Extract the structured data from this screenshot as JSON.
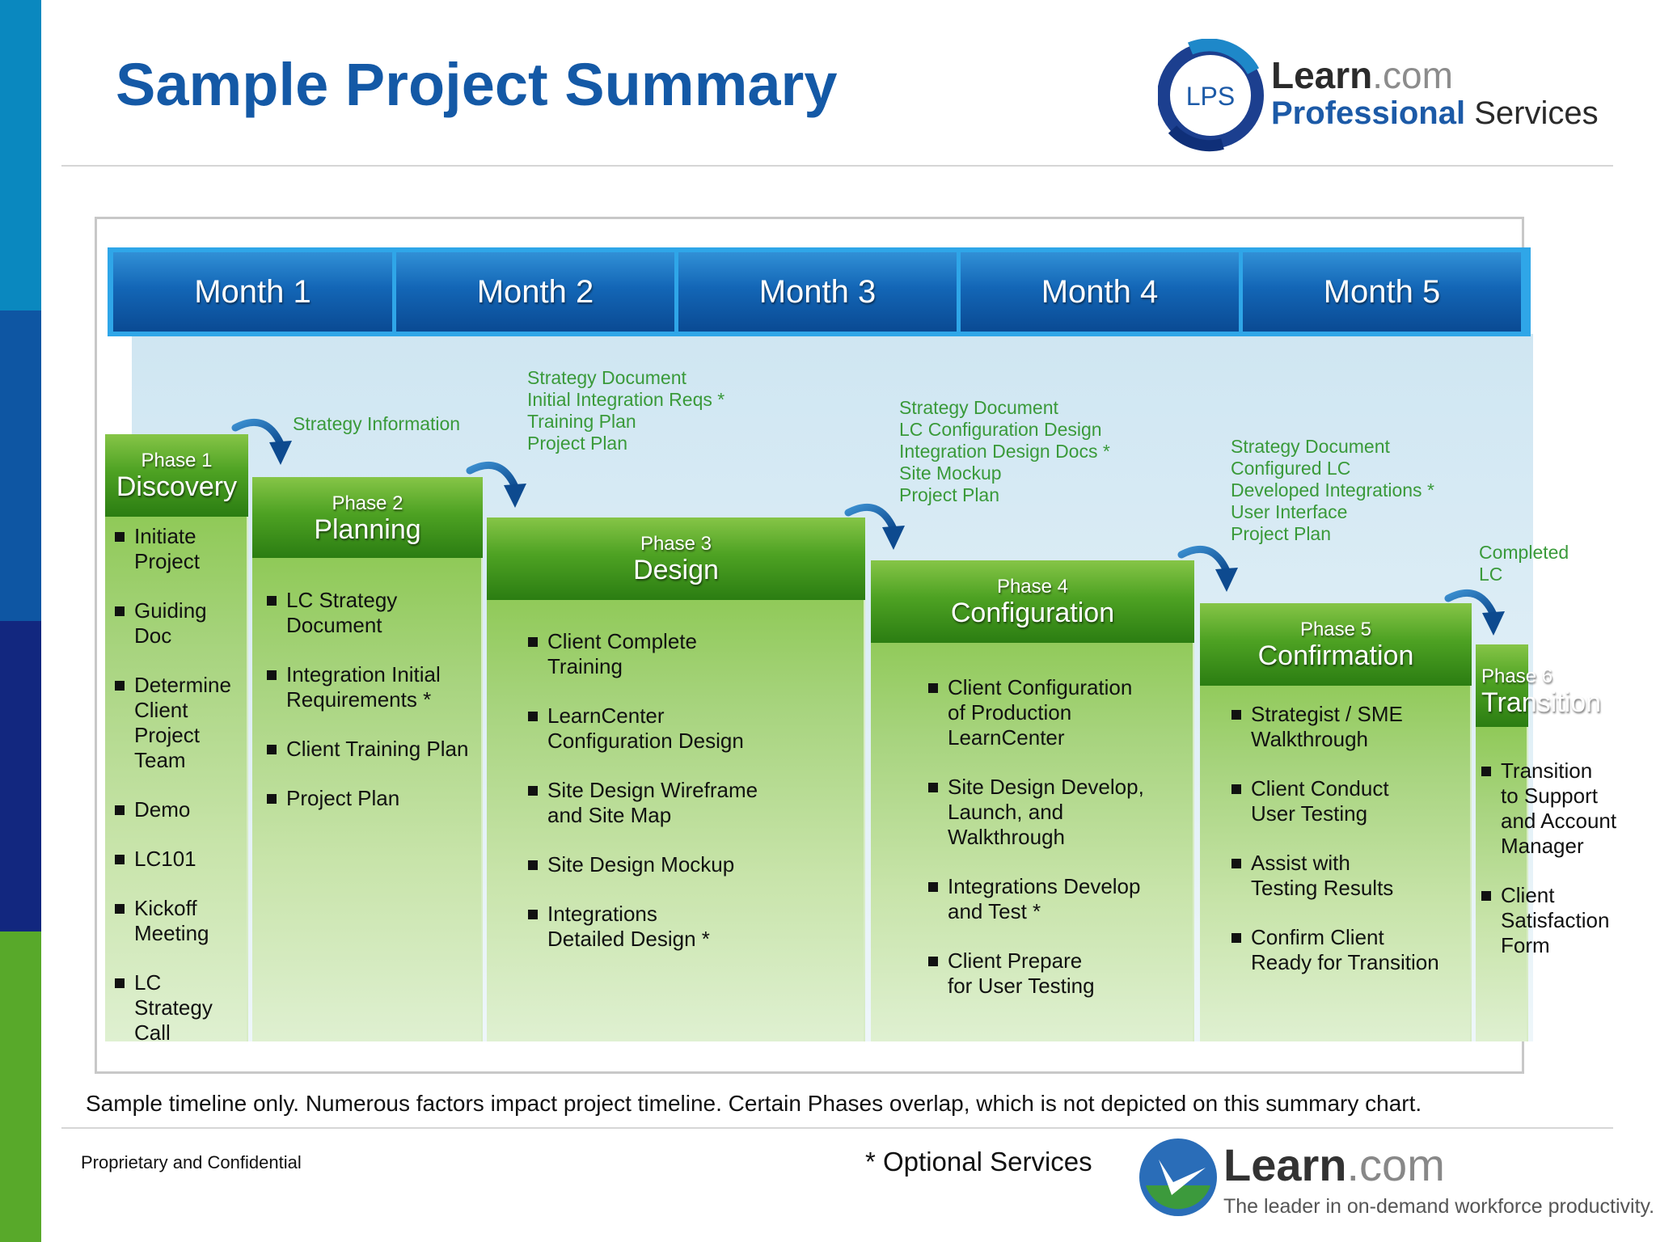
{
  "header": {
    "title": "Sample Project Summary",
    "logo_mark": "LPS",
    "logo_line1_bold": "Learn",
    "logo_line1_light": ".com",
    "logo_line2_bold": "Professional",
    "logo_line2_light": " Services"
  },
  "months": [
    "Month 1",
    "Month 2",
    "Month 3",
    "Month 4",
    "Month 5"
  ],
  "phases": [
    {
      "num": "Phase 1",
      "name": "Discovery",
      "tasks": [
        "Initiate\nProject",
        "Guiding\nDoc",
        "Determine\nClient\nProject\nTeam",
        "Demo",
        "LC101",
        "Kickoff\nMeeting",
        "LC\nStrategy\nCall"
      ]
    },
    {
      "num": "Phase 2",
      "name": "Planning",
      "tasks": [
        "LC Strategy\nDocument",
        "Integration Initial\nRequirements *",
        "Client Training Plan",
        "Project Plan"
      ]
    },
    {
      "num": "Phase 3",
      "name": "Design",
      "tasks": [
        "Client Complete\nTraining",
        "LearnCenter\nConfiguration Design",
        "Site Design Wireframe\nand Site Map",
        "Site Design Mockup",
        "Integrations\nDetailed Design *"
      ]
    },
    {
      "num": "Phase 4",
      "name": "Configuration",
      "tasks": [
        "Client Configuration\nof Production\nLearnCenter",
        "Site Design Develop,\nLaunch, and\nWalkthrough",
        "Integrations Develop\nand Test *",
        "Client Prepare\nfor User Testing"
      ]
    },
    {
      "num": "Phase 5",
      "name": "Confirmation",
      "tasks": [
        "Strategist / SME\nWalkthrough",
        "Client Conduct\nUser Testing",
        "Assist with\nTesting Results",
        "Confirm Client\nReady for Transition"
      ]
    },
    {
      "num": "Phase 6",
      "name": "Transition",
      "tasks": [
        "Transition\nto Support\nand Account\nManager",
        "Client\nSatisfaction\nForm"
      ]
    }
  ],
  "outputs": [
    "Strategy Information",
    "Strategy Document\nInitial Integration Reqs *\nTraining Plan\nProject Plan",
    "Strategy Document\nLC Configuration Design\nIntegration Design Docs *\nSite Mockup\nProject Plan",
    "Strategy Document\nConfigured LC\nDeveloped Integrations *\nUser Interface\nProject Plan",
    "Completed\nLC"
  ],
  "footer": {
    "note": "Sample timeline only.  Numerous factors impact project timeline.  Certain Phases overlap, which is not depicted on this summary chart.",
    "confidential": "Proprietary and Confidential",
    "optional": "* Optional Services",
    "logo_bold": "Learn",
    "logo_light": ".com",
    "tagline": "The leader in on-demand workforce productivity."
  },
  "colors": {
    "title_blue": "#1459a6",
    "month_blue": "#0a4a93",
    "phase_green": "#4ea223",
    "output_green": "#3a9a3a",
    "stripe_teal": "#0a88bf",
    "stripe_blue": "#0e56a3",
    "stripe_navy": "#12277f",
    "stripe_green": "#58a92a"
  },
  "icons": {
    "arrow": "curved-arrow-icon",
    "logo_top": "lps-logo-icon",
    "logo_bottom": "learn-com-logo-icon"
  }
}
